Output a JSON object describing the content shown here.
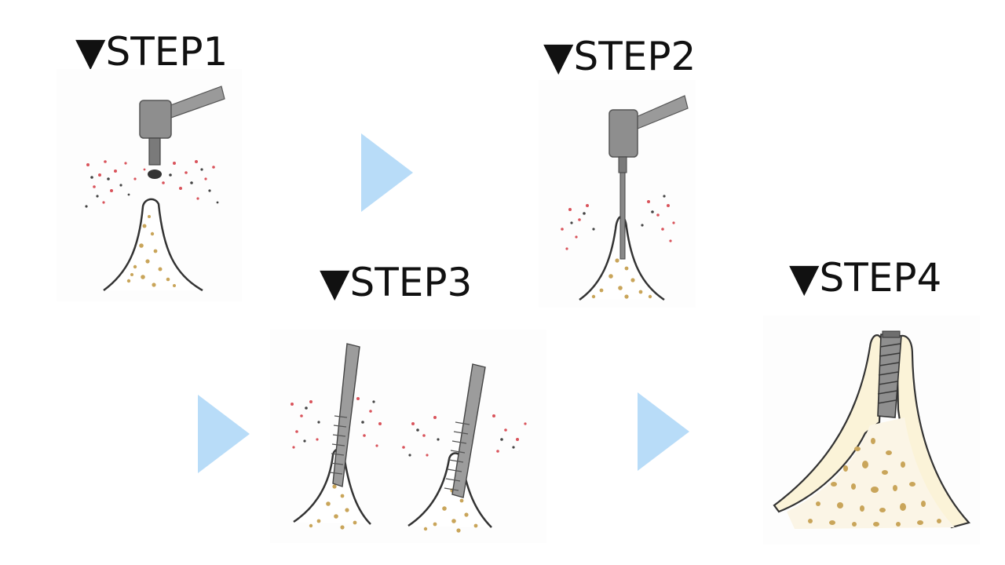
{
  "steps": [
    {
      "label": "▼STEP1"
    },
    {
      "label": "▼STEP2"
    },
    {
      "label": "▼STEP3"
    },
    {
      "label": "▼STEP4"
    }
  ],
  "colors": {
    "arrow": "#b8dcf8",
    "bone_fill": "#fbf3d8",
    "bone_dots": "#c9a55a",
    "particles_red": "#d9535b",
    "particles_dark": "#444444",
    "metal": "#8a8a8a"
  },
  "icons": {
    "arrow": "triangle-right-icon",
    "drill": "dental-drill-icon",
    "implant": "dental-implant-icon"
  }
}
